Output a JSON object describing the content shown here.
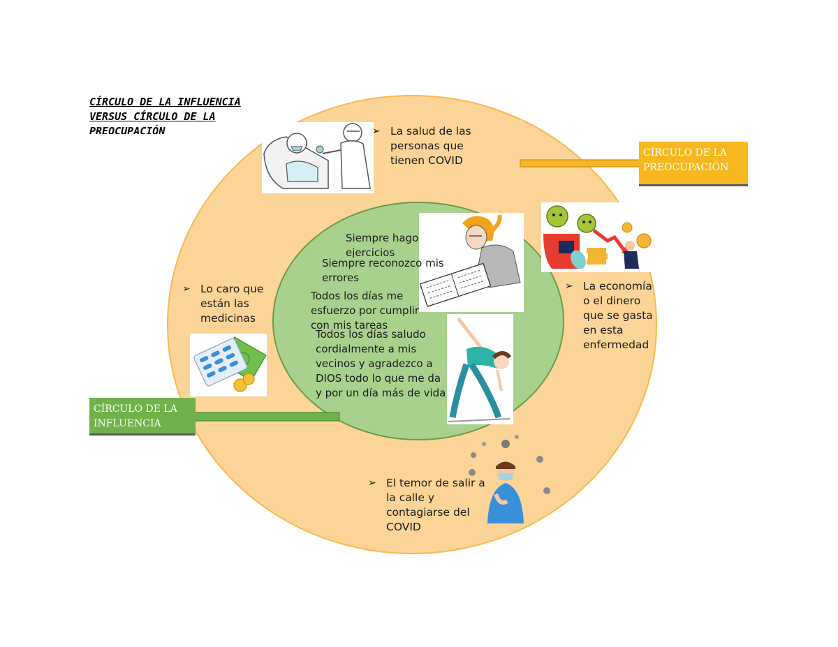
{
  "title": {
    "line1": "CÍRCULO DE LA INFLUENCIA",
    "line2": "VERSUS CÍRCULO DE LA",
    "line3": "PREOCUPACIÓN"
  },
  "preocupacion_label": "CÍRCULO DE LA PREOCUPACIÓN",
  "influencia_label": "CÍRCULO DE LA INFLUENCIA",
  "preocupacion_items": [
    "La salud de las personas que tienen COVID",
    "La economía o el dinero que se gasta en esta enfermedad",
    "Lo caro que están las medicinas",
    "El temor de salir a la calle y contagiarse del COVID"
  ],
  "influencia_items": [
    "Siempre hago ejercicios",
    "Siempre reconozco mis errores",
    "Todos los días me esfuerzo por cumplir con mis tareas",
    "Todos los días saludo cordialmente a mis vecinos y agradezco a DIOS todo lo que me da y por un día más de vida"
  ],
  "colors": {
    "outer_circle": "#fcd497",
    "outer_border": "#f5b94a",
    "inner_circle": "#a9d18e",
    "inner_border": "#6a9c47",
    "preocupacion_box": "#f7b81f",
    "influencia_box": "#6fb24a"
  },
  "icons": [
    "covid-patient-icon",
    "virus-economy-icon",
    "medicine-money-icon",
    "student-writing-icon",
    "stretching-woman-icon",
    "masked-nurse-icon"
  ]
}
